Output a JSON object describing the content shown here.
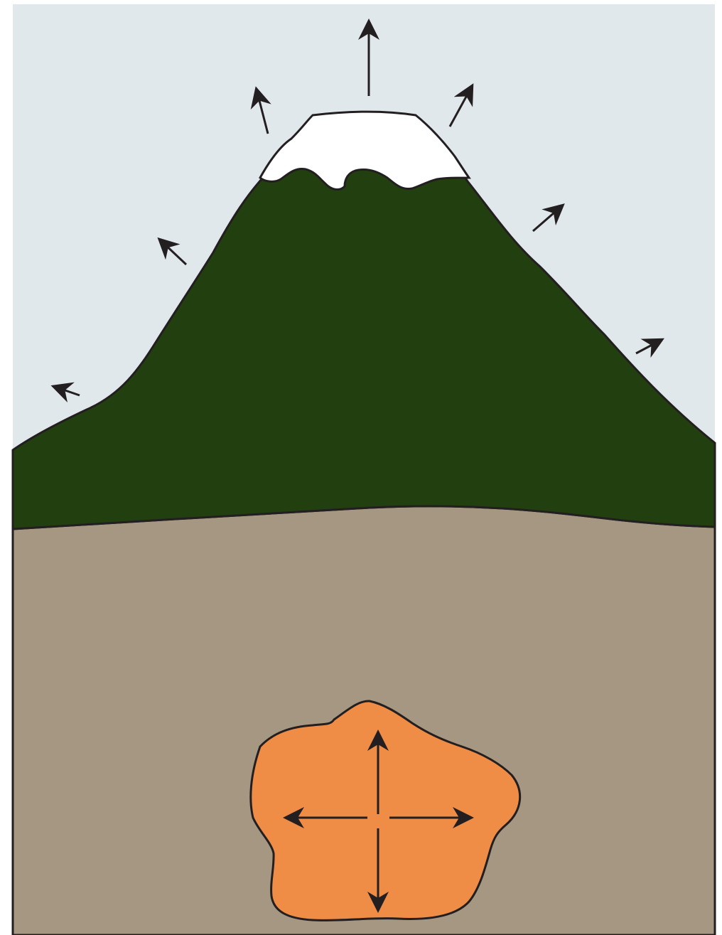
{
  "diagram": {
    "colors": {
      "sky": "#e1e8ec",
      "mountain": "#22400f",
      "snow": "#ffffff",
      "ground": "#a59781",
      "magma": "#ef8c46",
      "outline": "#231f20",
      "arrow": "#231f20"
    },
    "elements": {
      "sky": "sky",
      "mountain": "volcano-mountain",
      "snow_cap": "snow-cap",
      "ground": "ground-crust",
      "magma_chamber": "magma-chamber",
      "surface_arrows": "outward-deformation-arrows",
      "magma_arrows": "magma-expansion-arrows"
    },
    "icons": [
      "arrow-up-icon",
      "arrow-up-left-icon",
      "arrow-up-right-icon",
      "arrow-left-icon",
      "arrow-right-icon",
      "arrow-down-icon"
    ]
  }
}
